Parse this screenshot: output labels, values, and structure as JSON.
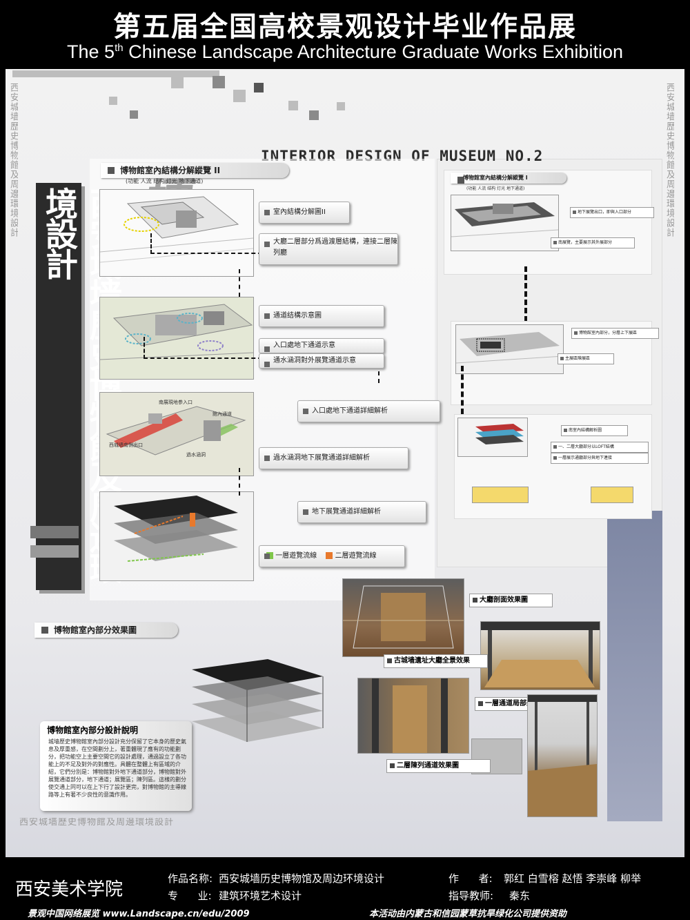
{
  "header": {
    "title_cn": "第五届全国高校景观设计毕业作品展",
    "title_en_pre": "The 5",
    "title_en_sup": "th",
    "title_en_post": " Chinese Landscape Architecture Graduate Works Exhibition"
  },
  "poster": {
    "museum_title": "INTERIOR DESIGN OF MUSEUM",
    "number": "NO.2",
    "calligraphy": "博",
    "vertical_title": "西安城墙歷史博物館及周邊環境設計",
    "border_text": "西安城墙歷史博物館及周邊環境設計",
    "section1": {
      "title": "博物館室內結構分解縱覽 II",
      "subtitle": "(功能 人流 结构 灯光 地下通道)"
    },
    "section2": {
      "title": "博物館室內結構分解縱覽 I",
      "subtitle": "(功能 人流 结构 灯光 地下通道)"
    },
    "labels": [
      "室內結構分解圖II",
      "大廳二層部分爲過渡層結構，連接二層陳列廳",
      "通道结構示意圖",
      "入口處地下通道示意",
      "通水涵洞對外展覽通道示意",
      "入口處地下通道詳細解析",
      "過水涵洞地下展覽通道詳細解析",
      "地下展覽通道詳細解析"
    ],
    "map_notes": [
      "南展現地参入口",
      "西城墙南侧出口",
      "館內通道",
      "過水涵洞"
    ],
    "legend": [
      {
        "label": "一層遊覽流線",
        "color": "#7fc64a"
      },
      {
        "label": "二層遊覽流線",
        "color": "#e8792c"
      }
    ],
    "small_labels": [
      "地下展覽出口，即與入口部分",
      "南展覽，主要展示其外展部分",
      "博物館室內部分，分層上下展區",
      "主展區陳展區",
      "南室內結構解析圖",
      "一、二層大廳部分以LOFT結構",
      "一層展示通廳部分與地下連接"
    ],
    "section3": {
      "title": "博物館室內部分效果圖"
    },
    "note": {
      "title": "博物館室內部分設計說明",
      "body": "城墙歷史博物館室內部分設計充分保留了它本身的歷史氣息及厚重感，在空間劃分上，著重體現了應有的功能劃分，把功能空上主要空間它的設計處理，通過設立了各功能上的不足及對外的對應性。具體在整體上有區域的介紹，它們分別是：博物館對外地下通道部分，博物館對外展覽通道部分，地下通道；展覽區；陳列區。這樣的劃分使交通上同可以在上下行了設計更完，對博物館的主導線路等上有著不少良性的意識作用。"
    },
    "renders": [
      "大廳剖面效果圖",
      "古城墙遺址大廳全景效果",
      "一層通道局部效果圖",
      "二層陳列通道效果圖"
    ]
  },
  "footer": {
    "school": "西安美术学院",
    "work_label": "作品名称:",
    "work_name": "西安城墙历史博物馆及周边环境设计",
    "author_label": "作      者:",
    "authors": "郭红 白雪榕 赵悟 李崇峰 柳举",
    "major_label": "专      业:",
    "major": "建筑环境艺术设计",
    "advisor_label": "指导教师:",
    "advisor": "秦东",
    "site": "景观中国网络展览  www.Landscape.cn/edu/2009",
    "sponsor": "本活动由内蒙古和信园蒙草抗旱绿化公司提供资助"
  }
}
